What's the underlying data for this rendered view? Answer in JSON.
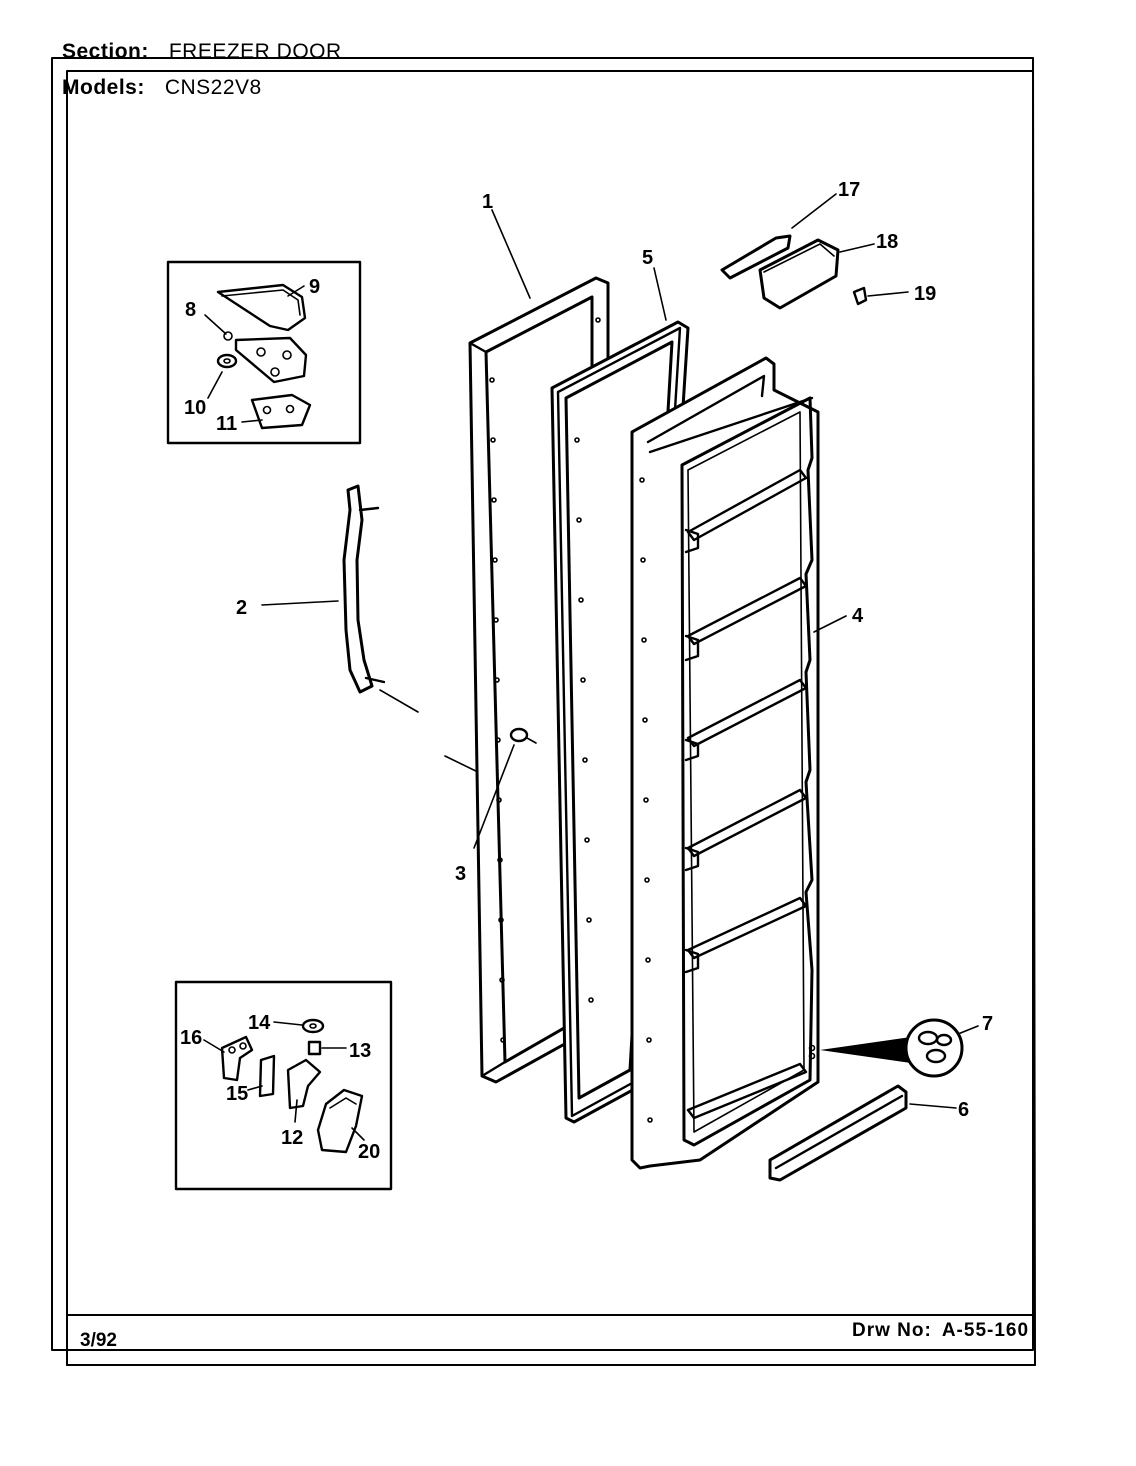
{
  "header": {
    "section_label": "Section:",
    "section_value": "FREEZER DOOR",
    "models_label": "Models:",
    "models_value": "CNS22V8"
  },
  "footer": {
    "date_code": "3/92",
    "drawing_label": "Drw No:",
    "drawing_number": "A-55-160"
  },
  "callouts": [
    "1",
    "2",
    "3",
    "4",
    "5",
    "6",
    "7",
    "8",
    "9",
    "10",
    "11",
    "12",
    "13",
    "14",
    "15",
    "16",
    "17",
    "18",
    "19",
    "20"
  ]
}
